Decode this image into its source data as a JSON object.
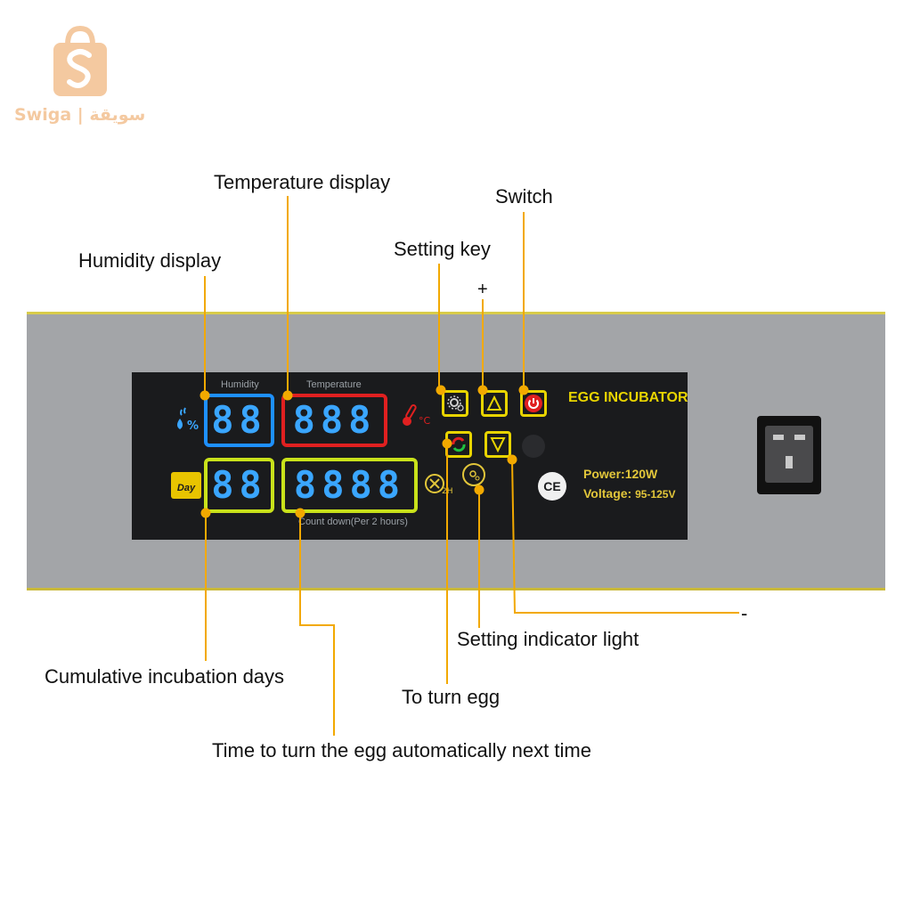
{
  "watermark": {
    "brand_latin": "Swiga",
    "separator": "|",
    "brand_arabic": "سويقة",
    "icon": "shopping-bag-s-icon",
    "color": "#f4c9a0"
  },
  "callouts": {
    "temperature_display": "Temperature display",
    "switch": "Switch",
    "setting_key": "Setting key",
    "plus": "+",
    "humidity_display": "Humidity display",
    "minus": "-",
    "setting_indicator_light": "Setting indicator light",
    "cumulative_incubation_days": "Cumulative incubation days",
    "to_turn_egg": "To turn egg",
    "time_to_turn": "Time to turn the egg automatically next time"
  },
  "device": {
    "screen": {
      "humidity_caption": "Humidity",
      "temperature_caption": "Temperature",
      "humidity_digits": "88",
      "temperature_digits": "888",
      "days_digits": "88",
      "countdown_digits": "8888",
      "countdown_caption": "Count down(Per 2 hours)",
      "day_icon_label": "Day",
      "humidity_symbol": "%",
      "temp_unit": "°C",
      "turn_timer_label": "2H",
      "product_title": "EGG INCUBATOR",
      "power_label": "Power:",
      "power_value": "120W",
      "voltage_label": "Voltage:",
      "voltage_value": "95-125V",
      "ce_mark": "CE"
    },
    "colors": {
      "humidity": "#1e90ff",
      "temperature": "#e02020",
      "days_countdown": "#c9e21a",
      "digits": "#3aa6ff",
      "button_border": "#e8d400",
      "callout_line": "#f2a900",
      "body": "#a3a5a8"
    },
    "buttons": [
      "setting-key",
      "up-plus",
      "power-switch",
      "turn-egg",
      "down-minus",
      "setting-indicator"
    ]
  }
}
